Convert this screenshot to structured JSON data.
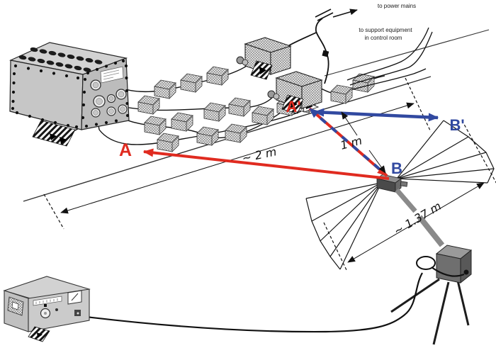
{
  "diagram": {
    "callouts": {
      "power_mains": "to power mains",
      "support_equipment_line1": "to support equipment",
      "support_equipment_line2": "in control room"
    },
    "points": {
      "a": "A",
      "a_prime": "A'",
      "b": "B",
      "b_prime": "B'"
    },
    "dimensions": {
      "a_to_b": "~ 2 m",
      "a_prime_to_b": "1 m",
      "antenna_width": "~ 1.37 m"
    },
    "colors": {
      "measurement_red": "#e02b20",
      "measurement_blue": "#3149a0"
    }
  }
}
